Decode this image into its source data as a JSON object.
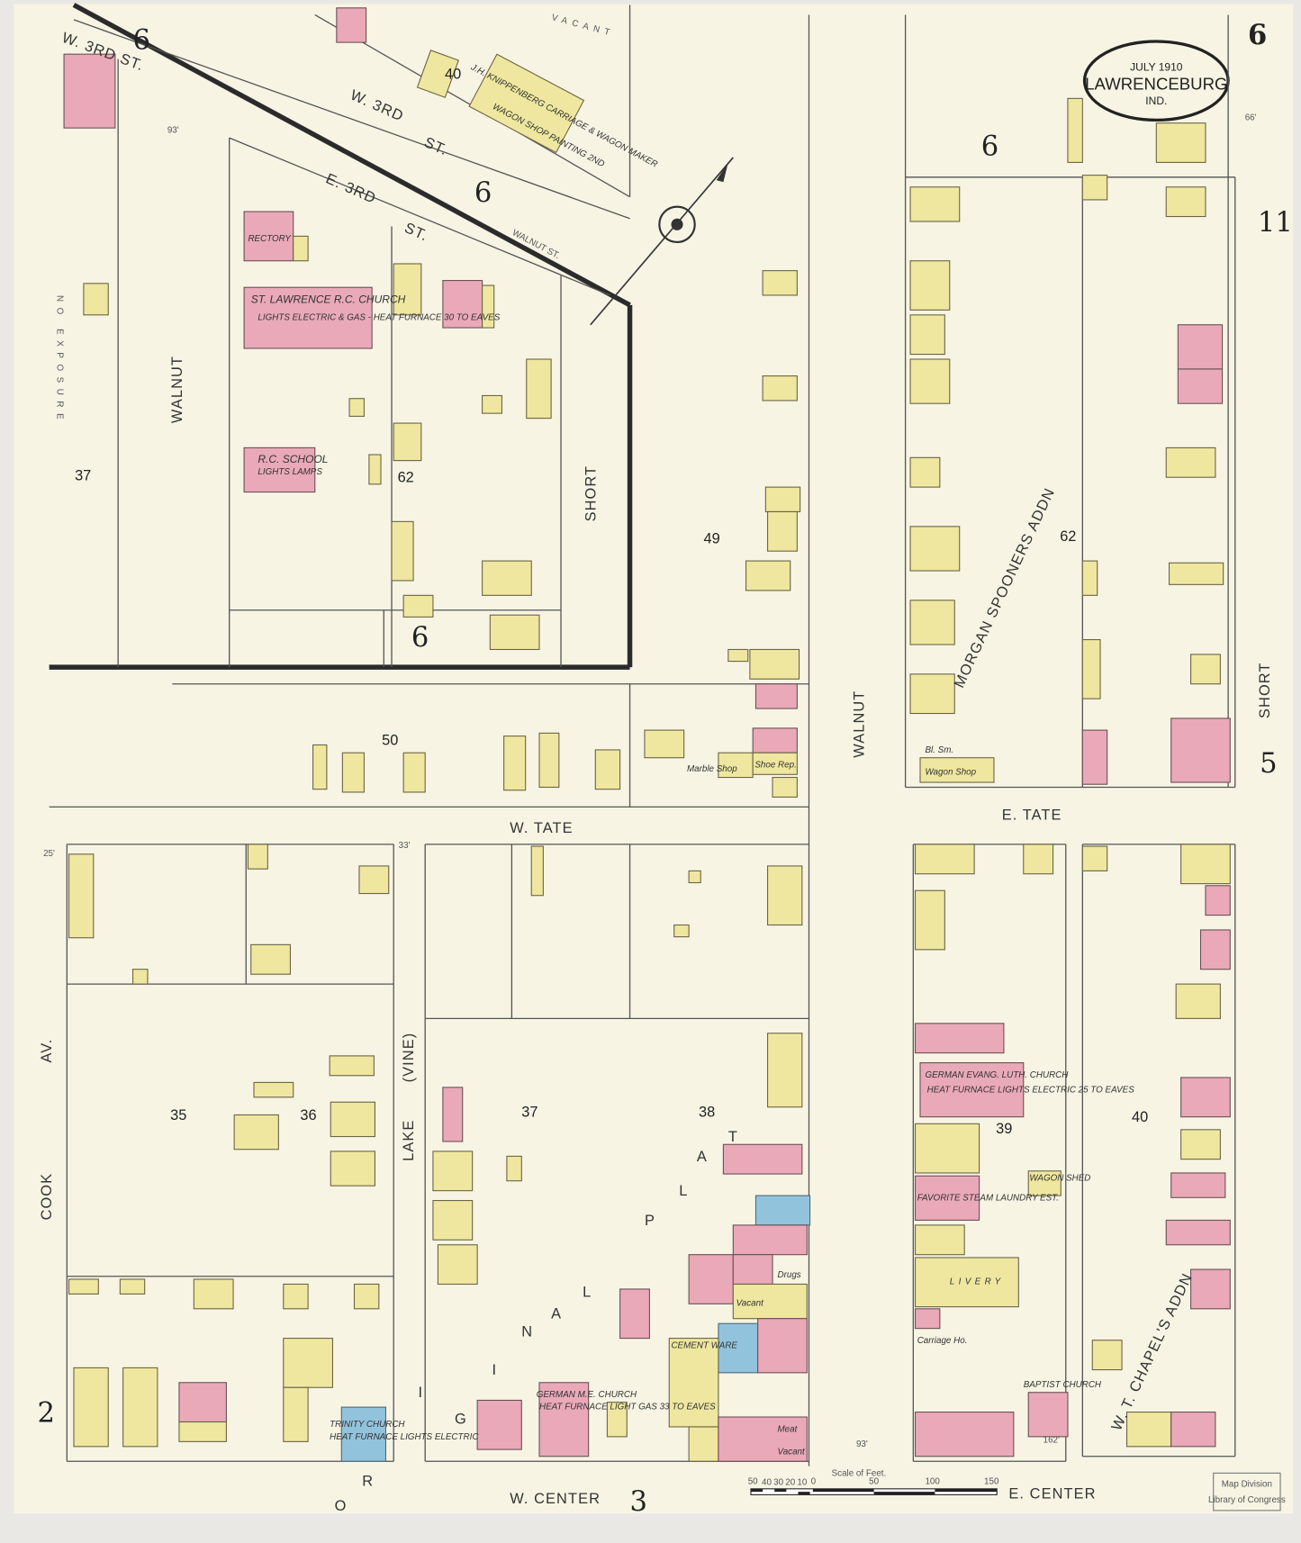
{
  "title": {
    "date": "JULY 1910",
    "city": "LAWRENCEBURG",
    "state": "IND.",
    "sheet_number": "6"
  },
  "streets": {
    "w3rd_a": "W. 3RD ST.",
    "w3rd_b": "W. 3RD",
    "w3rd_st": "ST.",
    "e3rd": "E. 3RD",
    "e3rd_st": "ST.",
    "walnut_diag": "WALNUT ST.",
    "walnut_left": "WALNUT",
    "walnut_mid": "WALNUT",
    "short_left": "SHORT",
    "short_right": "SHORT",
    "w_tate": "W. TATE",
    "e_tate": "E. TATE",
    "cook_av": "AV.",
    "cook": "COOK",
    "lake": "LAKE",
    "vine": "(VINE)",
    "w_center": "W. CENTER",
    "e_center": "E. CENTER",
    "no_exposure": "NO EXPOSURE",
    "vacant": "VACANT",
    "original_plat": [
      "O",
      "R",
      "I",
      "G",
      "I",
      "N",
      "A",
      "L",
      "P",
      "L",
      "A",
      "T"
    ],
    "morgan_spooners": "MORGAN SPOONERS ADDN",
    "w_t_chapel": "W. T. CHAPEL'S ADDN"
  },
  "adjoining_sheets": [
    "6",
    "6",
    "6",
    "6",
    "6",
    "11",
    "5",
    "2",
    "3"
  ],
  "blocks": [
    "40",
    "62",
    "37",
    "49",
    "50",
    "35",
    "36",
    "37",
    "38",
    "39",
    "40",
    "62"
  ],
  "buildings": {
    "knippenberg": "J.H. KNIPPENBERG CARRIAGE & WAGON MAKER",
    "wagon_shop": "WAGON SHOP PAINTING 2ND",
    "rectory": "RECTORY",
    "st_lawrence": "ST. LAWRENCE R.C. CHURCH",
    "st_lawrence_note": "LIGHTS ELECTRIC & GAS - HEAT FURNACE 30 TO EAVES",
    "rc_school": "R.C. SCHOOL",
    "rc_school_note": "LIGHTS LAMPS",
    "german_evang": "GERMAN EVANG. LUTH. CHURCH",
    "german_evang_note": "HEAT FURNACE LIGHTS ELECTRIC 25 TO EAVES",
    "laundry": "FAVORITE STEAM LAUNDRY EST.",
    "livery": "LIVERY",
    "wagon_shed": "WAGON SHED",
    "baptist": "BAPTIST CHURCH",
    "trinity": "TRINITY CHURCH",
    "trinity_note": "HEAT FURNACE LIGHTS ELECTRIC",
    "german_me": "GERMAN M.E. CHURCH",
    "german_me_note": "HEAT FURNACE LIGHT GAS 33 TO EAVES",
    "vacant": "Vacant",
    "drugs": "Drugs",
    "meat": "Meat",
    "cement_ware": "CEMENT WARE",
    "marble_shop": "Marble Shop",
    "shoe_rep": "Shoe Rep.",
    "wagon_shop2": "Wagon Shop",
    "bl_sm": "Bl. Sm.",
    "carriage_ho": "Carriage Ho."
  },
  "scale": {
    "label": "Scale of Feet.",
    "ticks": [
      "50",
      "40",
      "30",
      "20",
      "10",
      "0",
      "50",
      "100",
      "150"
    ]
  },
  "stamp": {
    "line1": "Map Division",
    "line2": "Library of Congress"
  },
  "dims": [
    "93'",
    "66'",
    "33'",
    "25'",
    "162'",
    "93'"
  ],
  "colors": {
    "brick": "#e9a9b8",
    "frame": "#efe79f",
    "stone": "#92c3dc",
    "paper": "#f7f4e4"
  }
}
